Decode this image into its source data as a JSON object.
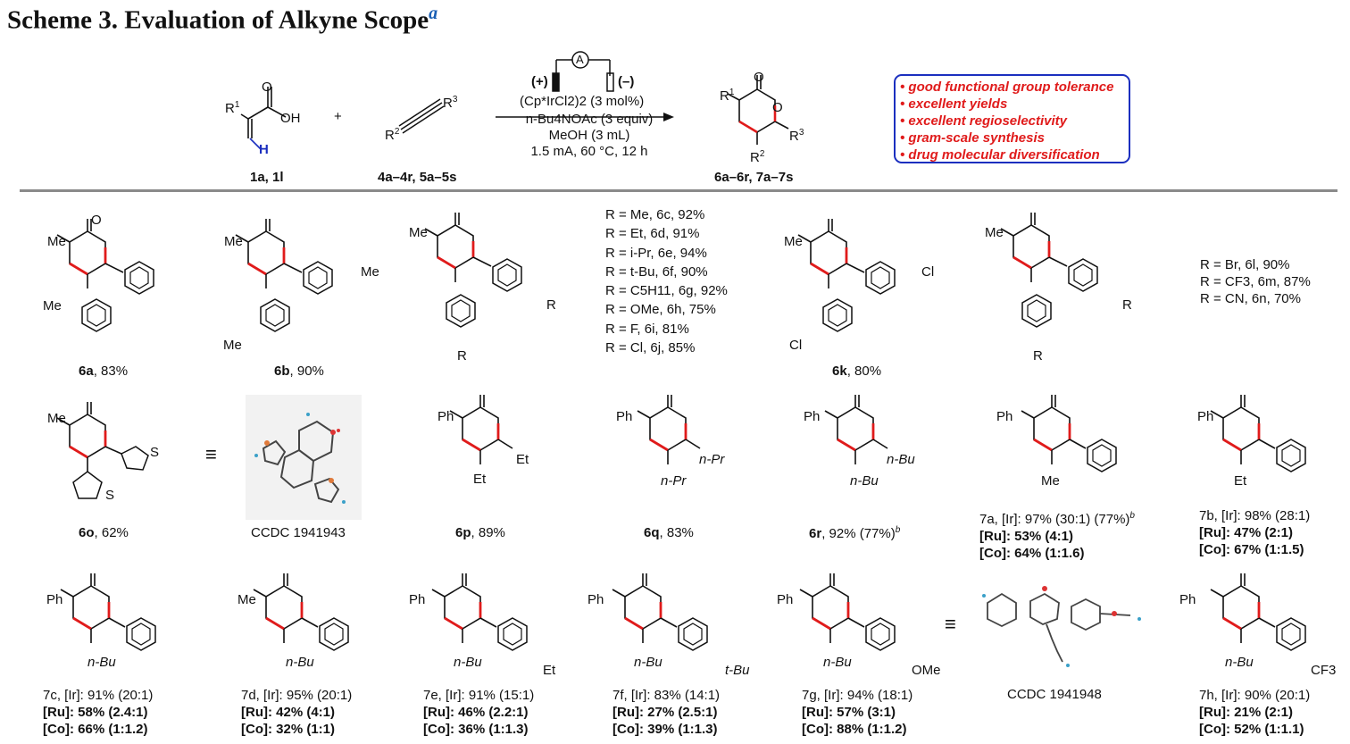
{
  "title": {
    "text": "Scheme 3. Evaluation of Alkyne Scope",
    "footnote": "a"
  },
  "reaction": {
    "acid_labels": {
      "r1": "R",
      "r1sup": "1",
      "oh": "OH",
      "h": "H"
    },
    "plus": "+",
    "alkyne_labels": {
      "r2": "R",
      "r2sup": "2",
      "r3": "R",
      "r3sup": "3"
    },
    "electrode_plus": "(+)",
    "electrode_minus": "(–)",
    "ammeter": "A",
    "conditions": {
      "line1": "(Cp*IrCl2)2 (3 mol%)",
      "line2": "n-Bu4NOAc (3 equiv)",
      "line3": "MeOH (3 mL)",
      "line4": "1.5 mA, 60 °C, 12 h"
    },
    "sm1_label": "1a, 1l",
    "sm2_label": "4a–4r, 5a–5s",
    "product_label": "6a–6r, 7a–7s"
  },
  "highlights": [
    "• good functional group tolerance",
    "• excellent yields",
    "• excellent regioselectivity",
    "• gram-scale synthesis",
    "• drug molecular diversification"
  ],
  "r_list_1": [
    "R = Me, 6c, 92%",
    "R = Et, 6d, 91%",
    "R = i-Pr, 6e, 94%",
    "R = t-Bu, 6f, 90%",
    "R = C5H11, 6g, 92%",
    "R = OMe, 6h, 75%",
    "R = F, 6i, 81%",
    "R = Cl, 6j, 85%"
  ],
  "r_list_2": [
    "R = Br, 6l, 90%",
    "R = CF3, 6m, 87%",
    "R = CN, 6n, 70%"
  ],
  "compounds": {
    "6a": {
      "id": "6a",
      "yield": "83%"
    },
    "6b": {
      "id": "6b",
      "yield": "90%"
    },
    "6k": {
      "id": "6k",
      "yield": "80%"
    },
    "6o": {
      "id": "6o",
      "yield": "62%"
    },
    "ccdc1": "CCDC 1941943",
    "6p": {
      "id": "6p",
      "yield": "89%"
    },
    "6q": {
      "id": "6q",
      "yield": "83%"
    },
    "6r": {
      "id": "6r",
      "yield": "92% (77%)",
      "sup": "b"
    },
    "7a": {
      "l1": "7a, [Ir]: 97% (30:1) (77%)",
      "sup": "b",
      "l2": "[Ru]: 53% (4:1)",
      "l3": "[Co]: 64% (1:1.6)"
    },
    "7b": {
      "l1": "7b, [Ir]: 98% (28:1)",
      "l2": "[Ru]: 47% (2:1)",
      "l3": "[Co]: 67% (1:1.5)"
    },
    "7c": {
      "l1": "7c, [Ir]: 91%  (20:1)",
      "l2": "[Ru]: 58% (2.4:1)",
      "l3": "[Co]: 66% (1:1.2)"
    },
    "7d": {
      "l1": "7d, [Ir]: 95% (20:1)",
      "l2": "[Ru]: 42% (4:1)",
      "l3": "[Co]: 32% (1:1)"
    },
    "7e": {
      "l1": "7e, [Ir]: 91% (15:1)",
      "l2": "[Ru]: 46% (2.2:1)",
      "l3": "[Co]: 36% (1:1.3)"
    },
    "7f": {
      "l1": "7f, [Ir]: 83% (14:1)",
      "l2": "[Ru]: 27% (2.5:1)",
      "l3": "[Co]: 39% (1:1.3)"
    },
    "7g": {
      "l1": "7g, [Ir]: 94% (18:1)",
      "l2": "[Ru]: 57% (3:1)",
      "l3": "[Co]: 88% (1:1.2)"
    },
    "ccdc2": "CCDC 1941948",
    "7h": {
      "l1": "7h, [Ir]: 90% (20:1)",
      "l2": "[Ru]: 21% (2:1)",
      "l3": "[Co]: 52% (1:1.1)"
    }
  },
  "atom_labels": {
    "me": "Me",
    "ph": "Ph",
    "o": "O",
    "et": "Et",
    "npr": "n-Pr",
    "nbu": "n-Bu",
    "r": "R",
    "cl": "Cl",
    "s": "S",
    "tbu": "t-Bu",
    "ome": "OMe",
    "cf3": "CF3",
    "equiv": "≡"
  },
  "colors": {
    "new_bond": "#e01b1b",
    "box_border": "#1b2fbf",
    "highlight_text": "#e01b1b",
    "hydrogen": "#1b2fbf"
  }
}
